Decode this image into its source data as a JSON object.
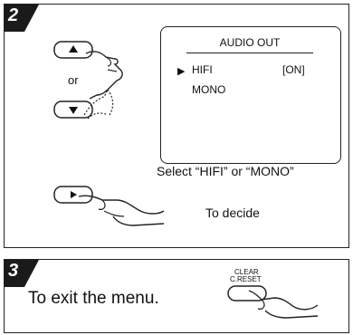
{
  "step2": {
    "number": "2",
    "or_label": "or",
    "screen": {
      "title": "AUDIO OUT",
      "cursor_glyph": "▶",
      "options": [
        {
          "label": "HIFI",
          "value": "[ON]",
          "selected": true
        },
        {
          "label": "MONO",
          "value": "",
          "selected": false
        }
      ]
    },
    "instruction": "Select “HIFI” or “MONO”",
    "decide_label": "To decide"
  },
  "step3": {
    "number": "3",
    "text": "To exit the menu.",
    "button_label_line1": "CLEAR",
    "button_label_line2": "C.RESET"
  },
  "colors": {
    "badge": "#1a1a1a",
    "line": "#222222"
  }
}
